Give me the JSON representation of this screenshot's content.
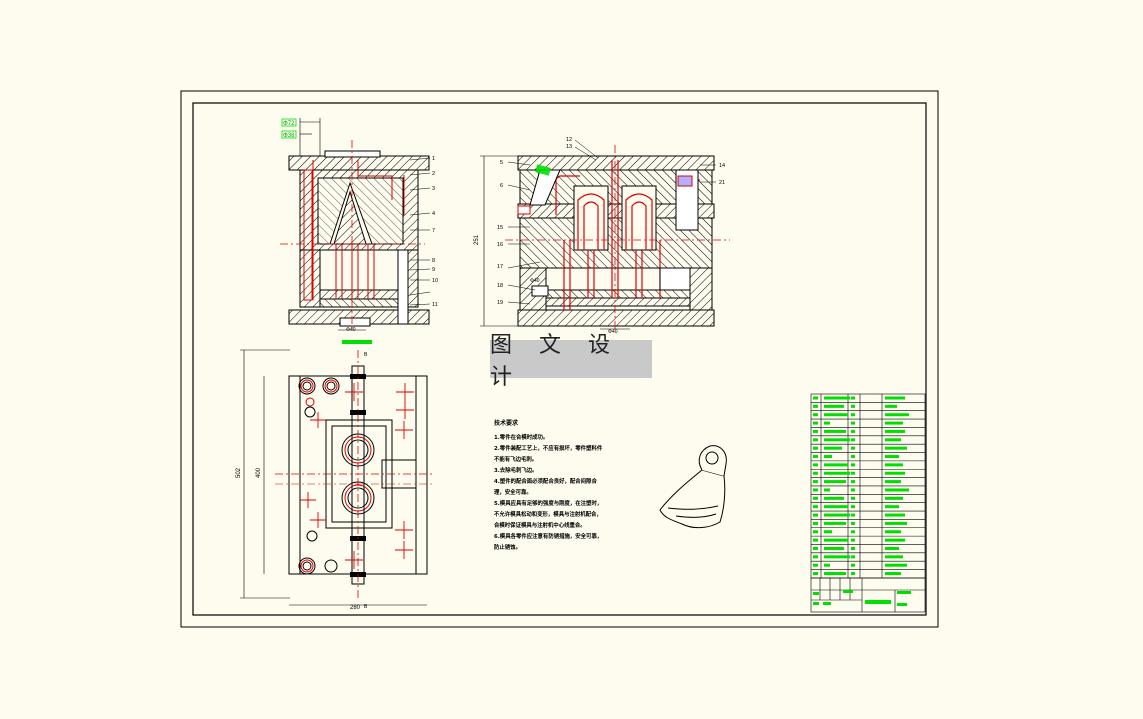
{
  "watermark": "图 文 设 计",
  "technical_requirements": {
    "title": "技术要求",
    "items": [
      "1.零件在合模时成功。",
      "2.零件装配工艺上，不应有损坏，零件塑料件不能有飞边毛刺。",
      "3.去除毛刺飞边。",
      "4.塑件的配合面必须配合良好，配合间隙合理，安全可靠。",
      "5.模具应具有足够的强度与刚度，在注塑时，不允许模具松动和变形，模具与注射机配合，合模时保证模具与注射机中心线重合。",
      "6.模具各零件应注意有防锈措施，安全可靠，防止锈蚀。"
    ]
  },
  "dimensions": {
    "left_top_a": "Φ72",
    "left_top_b": "Φ38",
    "left_bottom": "Φ40",
    "right_height": "251",
    "right_mid": "Φ40",
    "right_bottom": "Φ40",
    "plan_height_outer": "502",
    "plan_height_inner": "400",
    "plan_width": "280"
  },
  "balloons_left": [
    "1",
    "2",
    "3",
    "4",
    "7",
    "8",
    "9",
    "10",
    "11"
  ],
  "balloons_right_top": [
    "12",
    "13"
  ],
  "balloons_right_left": [
    "5",
    "6",
    "15",
    "16",
    "17",
    "18",
    "19"
  ],
  "balloons_right_right": [
    "14",
    "21"
  ],
  "section_marks": [
    "B",
    "B"
  ],
  "colors": {
    "paper": "#fdfcef",
    "line": "#000000",
    "red": "#e00000",
    "green": "#00e000",
    "watermark": "#c9c9c9"
  }
}
